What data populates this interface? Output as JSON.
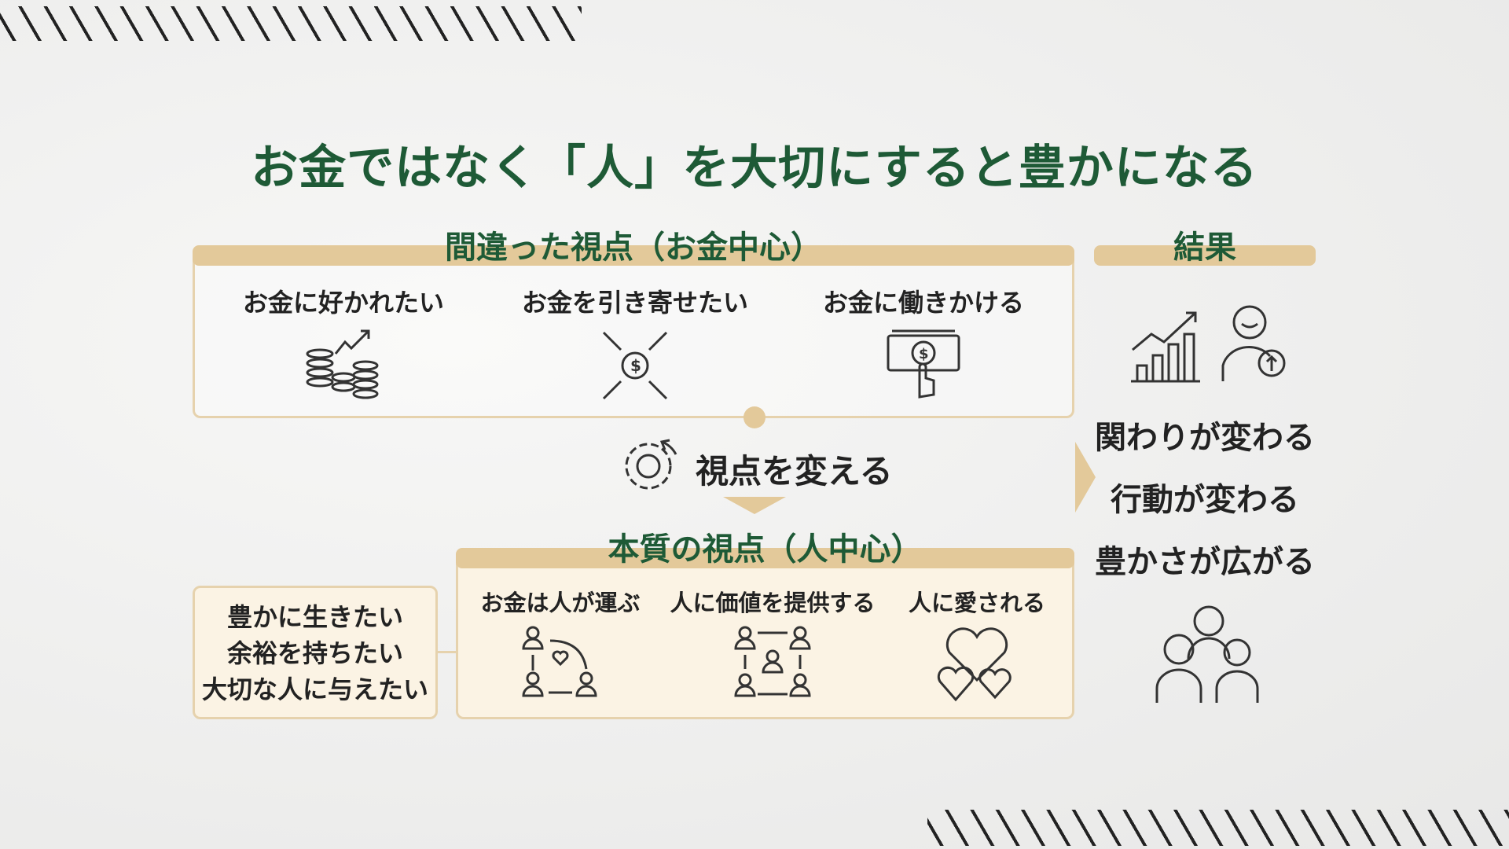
{
  "title": "お金ではなく「人」を大切にすると豊かになる",
  "wrong_view": {
    "heading": "間違った視点（お金中心）",
    "items": [
      {
        "label": "お金に好かれたい",
        "icon": "coins-growth-icon"
      },
      {
        "label": "お金を引き寄せたい",
        "icon": "attract-money-icon"
      },
      {
        "label": "お金に働きかける",
        "icon": "hand-on-banknote-icon"
      }
    ]
  },
  "change": {
    "label": "視点を変える",
    "icon": "gear-refresh-icon"
  },
  "true_view": {
    "heading": "本質の視点（人中心）",
    "items": [
      {
        "label": "お金は人が運ぶ",
        "icon": "people-exchange-icon"
      },
      {
        "label": "人に価値を提供する",
        "icon": "people-network-icon"
      },
      {
        "label": "人に愛される",
        "icon": "hearts-icon"
      }
    ]
  },
  "desires": [
    "豊かに生きたい",
    "余裕を持ちたい",
    "大切な人に与えたい"
  ],
  "result": {
    "heading": "結果",
    "lines": [
      "関わりが変わる",
      "行動が変わる",
      "豊かさが広がる"
    ]
  },
  "colors": {
    "accent": "#1e5a36",
    "tan": "#e3c99a",
    "cream": "#fbf3e4"
  }
}
